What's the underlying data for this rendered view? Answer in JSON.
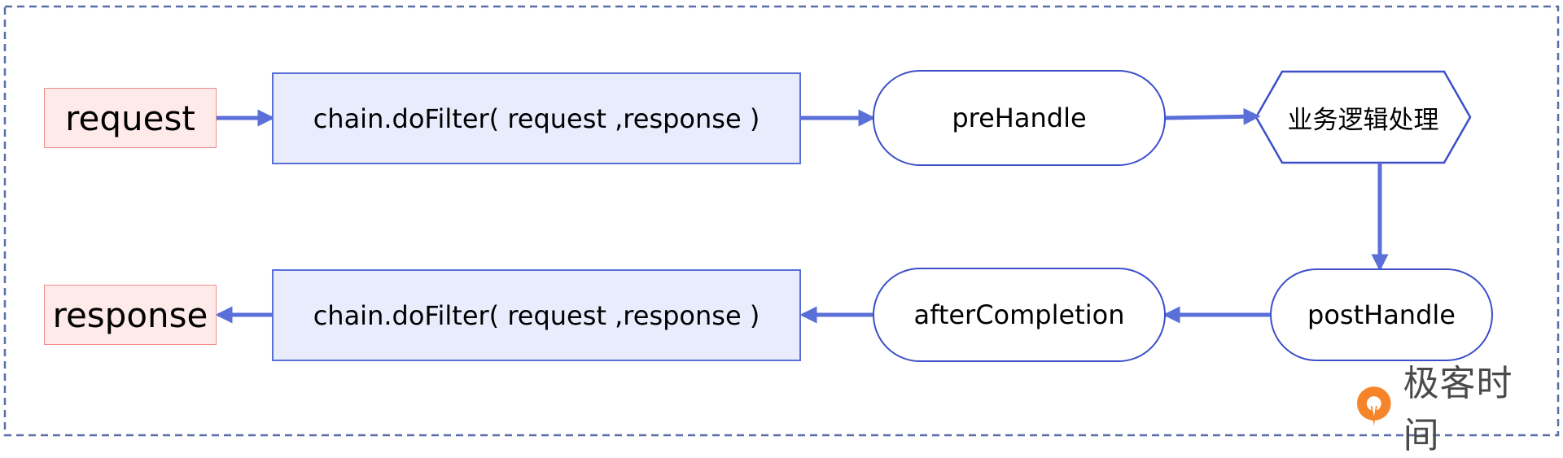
{
  "nodes": {
    "request": "request",
    "response": "response",
    "filter_top": "chain.doFilter( request ,response )",
    "filter_bottom": "chain.doFilter( request ,response )",
    "pre_handle": "preHandle",
    "business_logic": "业务逻辑处理",
    "post_handle": "postHandle",
    "after_completion": "afterCompletion"
  },
  "watermark": {
    "text": "极客时间",
    "icon": "geektime-logo-icon"
  },
  "colors": {
    "border_dashed": "#5a6fa8",
    "endpoint_fill": "#ffeaea",
    "endpoint_border": "#f08c8c",
    "filter_fill": "#e8ecfc",
    "filter_border": "#5a6fd6",
    "node_border": "#3c4fc8",
    "arrow": "#5b6fd8",
    "brand_orange": "#f5842a"
  }
}
